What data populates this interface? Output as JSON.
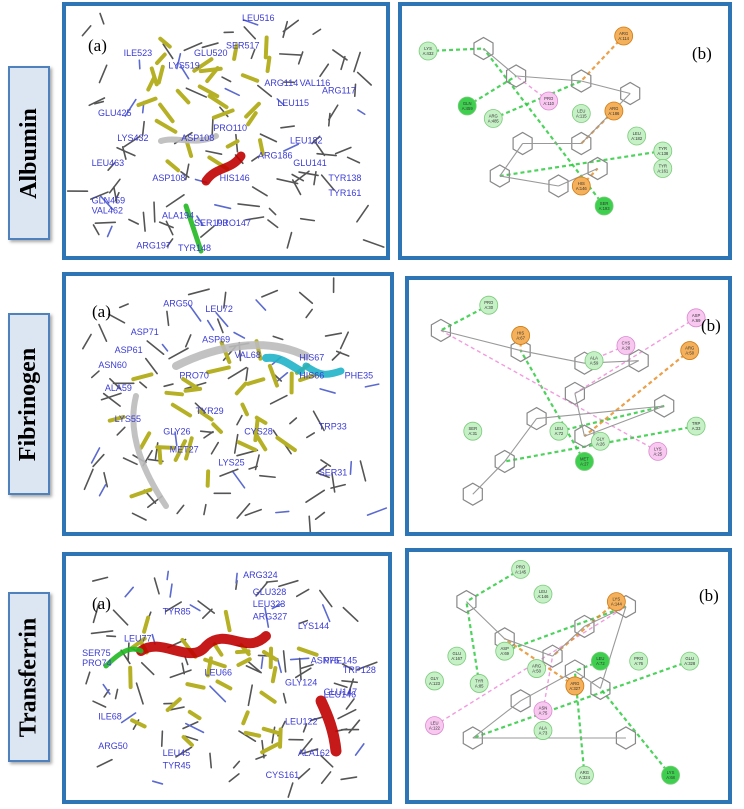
{
  "rows": [
    {
      "protein": "Albumin",
      "panel_a": {
        "tag": "(a)",
        "residues": [
          "LEU516",
          "SER517",
          "ILE523",
          "GLU520",
          "LYS519",
          "ARG114",
          "VAL116",
          "ARG117",
          "LEU115",
          "GLU425",
          "LYS432",
          "PRO110",
          "ASP108",
          "ARG186",
          "LEU182",
          "GLU141",
          "LEU463",
          "GLN459",
          "VAL462",
          "TYR138",
          "TYR161",
          "HIS146",
          "ASP108",
          "SER193",
          "PRO147",
          "ALA194",
          "ARG197",
          "TYR148"
        ]
      },
      "panel_b": {
        "tag": "(b)",
        "interactions": [
          "LYS A:432",
          "GLN A:459",
          "ARG A:485",
          "LEU A:115",
          "ARG A:186",
          "LEU A:182",
          "TYR A:138",
          "TYR A:161",
          "HIS A:146",
          "SER A:193",
          "PRO A:110",
          "ARG A:114"
        ]
      }
    },
    {
      "protein": "Fibrinogen",
      "panel_a": {
        "tag": "(a)",
        "residues": [
          "ARG50",
          "LEU72",
          "ASP61",
          "ASP71",
          "ASP69",
          "HIS67",
          "ASN60",
          "PRO70",
          "ALA59",
          "VAL68",
          "HIS66",
          "PHE35",
          "LYS55",
          "TYR29",
          "GLY26",
          "CYS28",
          "TRP33",
          "MET27",
          "LYS25",
          "SER31"
        ]
      },
      "panel_b": {
        "tag": "(b)",
        "interactions": [
          "PRO A:30",
          "HIS A:67",
          "CYS A:28",
          "ALA A:59",
          "ASP A:69",
          "ARG A:50",
          "LEU A:72",
          "GLY A:26",
          "TRP A:33",
          "SER A:31",
          "LYS A:25",
          "MET A:27"
        ]
      }
    },
    {
      "protein": "Transferrin",
      "panel_a": {
        "tag": "(a)",
        "residues": [
          "ARG324",
          "GLU328",
          "LEU323",
          "ARG327",
          "TYR85",
          "LYS144",
          "LEU77",
          "SER75",
          "PRO74",
          "ASN75",
          "PHE145",
          "TRP128",
          "LEU66",
          "GLY124",
          "GLU147",
          "LEU146",
          "LEU122",
          "ILE68",
          "ARG50",
          "LEU45",
          "ALA162",
          "TYR45",
          "CYS161"
        ]
      },
      "panel_b": {
        "tag": "(b)",
        "interactions": [
          "PRO A:145",
          "LEU A:146",
          "LYS A:144",
          "GLU A:167",
          "ASP A:69",
          "ARG A:50",
          "LEU A:72",
          "PRO A:76",
          "GLU A:328",
          "GLY A:123",
          "TYR A:85",
          "ARG A:327",
          "ASN A:75",
          "ALA A:73",
          "LEU A:122",
          "LYS A:68",
          "ARG A:324"
        ]
      }
    }
  ],
  "colors": {
    "panel_border": "#2e75b6",
    "label_fill": "#dce6f2",
    "residue_text": "#3b3bd6",
    "ligand_yellow": "#b5b024",
    "helix_red": "#c00000",
    "sheet_cyan": "#20b2c8",
    "hbond_green": "#2ecc40",
    "pi_pink": "#f08ad9",
    "electro_orange": "#e8902a",
    "node_green": "#c6f0c6",
    "node_orange": "#f4b05a",
    "node_pink": "#f8c8f0"
  }
}
